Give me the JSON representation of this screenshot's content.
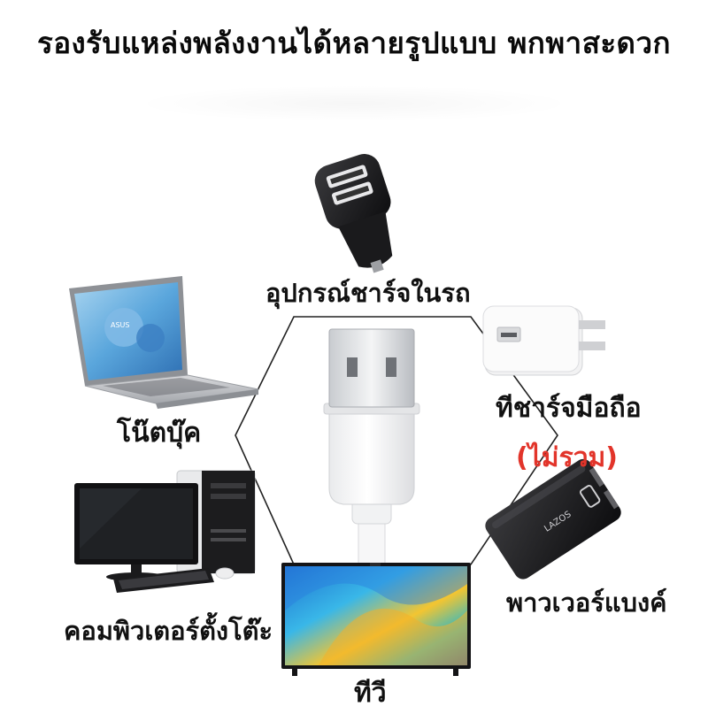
{
  "title": "รองรับแหล่งพลังงานได้หลายรูปแบบ พกพาสะดวก",
  "devices": {
    "car_charger": "อุปกรณ์ชาร์จในรถ",
    "laptop": "โน๊ตบุ๊ค",
    "phone_charger": "ทีชาร์จมือถือ",
    "not_included": "(ไม่รวม)",
    "desktop": "คอมพิวเตอร์ตั้งโต๊ะ",
    "power_bank": "พาวเวอร์แบงค์",
    "tv": "ทีวี"
  },
  "colors": {
    "title": "#0a0a0a",
    "label": "#111111",
    "not_included": "#e2342a",
    "hexagon_outline": "#222222"
  },
  "icons": [
    "usb-cable-icon",
    "car-charger-icon",
    "laptop-icon",
    "wall-charger-icon",
    "power-bank-icon",
    "desktop-computer-icon",
    "tv-icon"
  ]
}
